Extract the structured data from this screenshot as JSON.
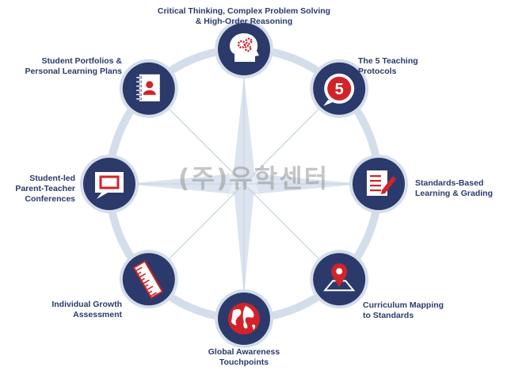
{
  "colors": {
    "ring": "#d4deea",
    "ray": "#c9d6e6",
    "star": "#dbe4ef",
    "node": "#2b3a6b",
    "node_inner": "#ffffff",
    "accent": "#d2232a",
    "label": "#2b3a6b"
  },
  "watermark": "(주)유학센터",
  "nodes": [
    {
      "id": "critical-thinking",
      "icon": "head-gears-icon",
      "lines": [
        "Critical Thinking, Complex Problem Solving",
        "& High-Order Reasoning"
      ]
    },
    {
      "id": "teaching-protocols",
      "icon": "number-5-badge-icon",
      "badge": "5",
      "lines": [
        "The 5 Teaching",
        "Protocols"
      ]
    },
    {
      "id": "standards-based",
      "icon": "document-pencil-icon",
      "lines": [
        "Standards-Based",
        "Learning & Grading"
      ]
    },
    {
      "id": "curriculum-mapping",
      "icon": "map-pin-icon",
      "lines": [
        "Curriculum Mapping",
        "to Standards"
      ]
    },
    {
      "id": "global-awareness",
      "icon": "globe-icon",
      "lines": [
        "Global Awareness",
        "Touchpoints"
      ]
    },
    {
      "id": "growth-assessment",
      "icon": "ruler-icon",
      "lines": [
        "Individual Growth",
        "Assessment"
      ]
    },
    {
      "id": "parent-teacher",
      "icon": "presentation-screen-icon",
      "lines": [
        "Student-led",
        "Parent-Teacher",
        "Conferences"
      ]
    },
    {
      "id": "portfolios",
      "icon": "contact-book-icon",
      "lines": [
        "Student Portfolios &",
        "Personal Learning Plans"
      ]
    }
  ]
}
